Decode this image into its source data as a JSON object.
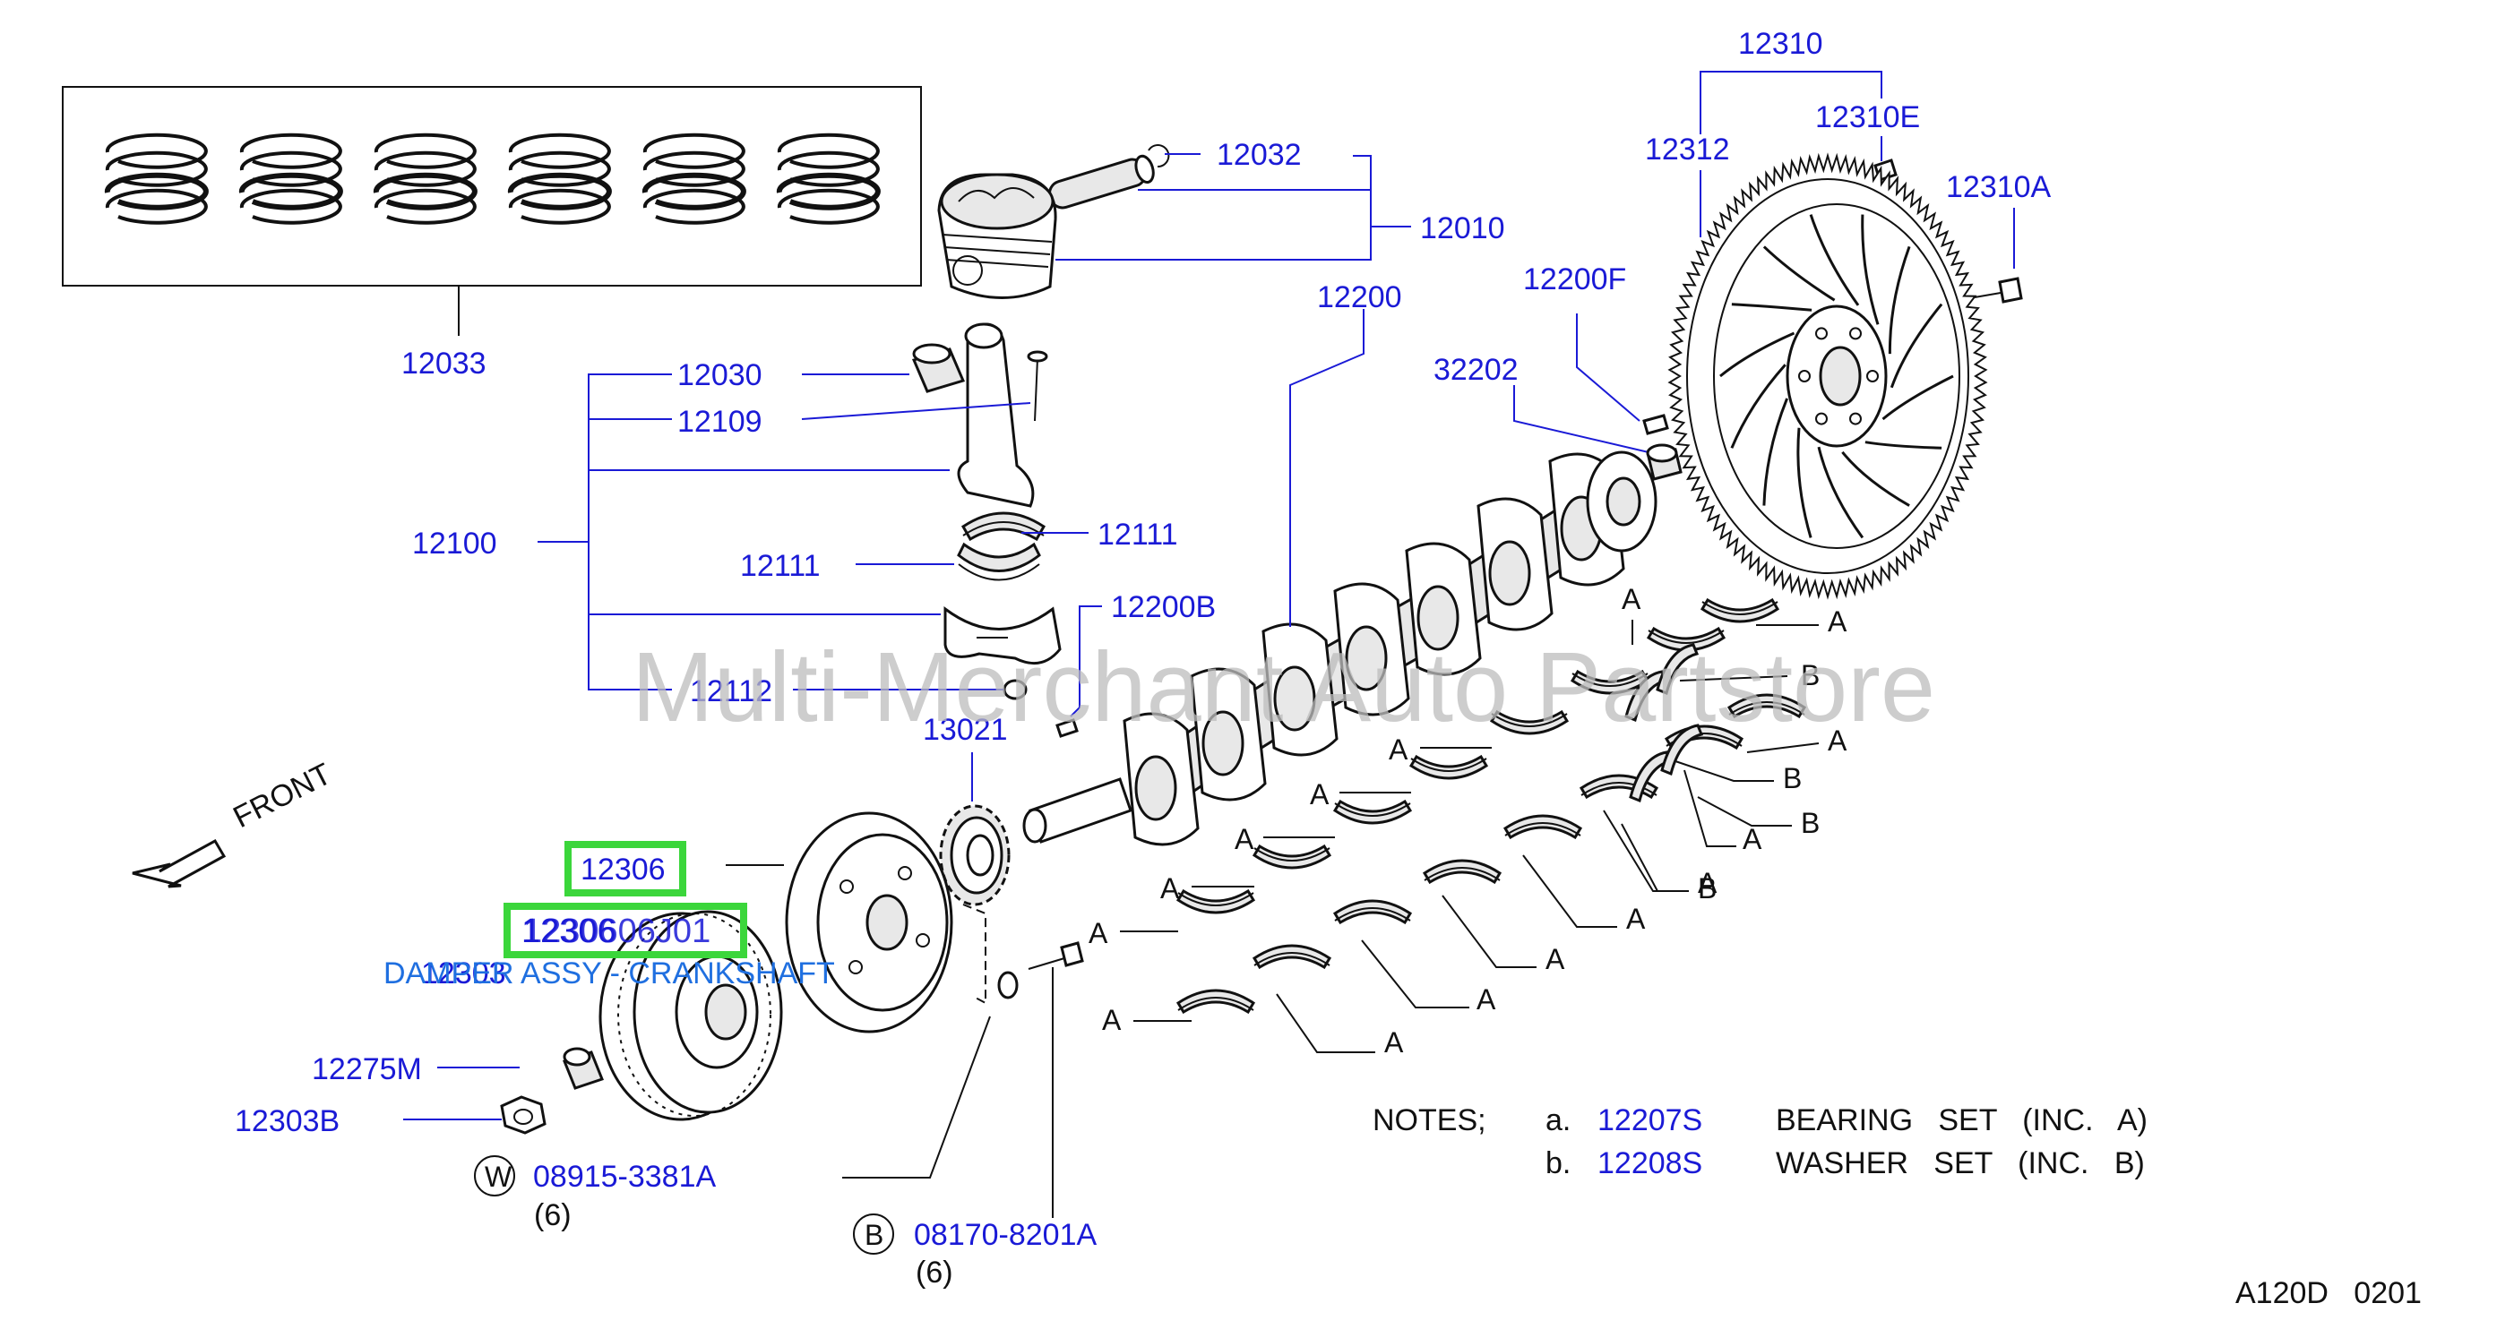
{
  "diagram": {
    "watermark": "Multi-Merchant Auto Partstore",
    "front_label": "FRONT",
    "drawing_code": "A120D   0201",
    "parts": {
      "p12033": "12033",
      "p12032": "12032",
      "p12010": "12010",
      "p12030": "12030",
      "p12109": "12109",
      "p12100": "12100",
      "p12111a": "12111",
      "p12111b": "12111",
      "p12112": "12112",
      "p12200b": "12200B",
      "p13021": "13021",
      "p12200": "12200",
      "p12200f": "12200F",
      "p32202": "32202",
      "p12310": "12310",
      "p12310e": "12310E",
      "p12312": "12312",
      "p12310a": "12310A",
      "p12306": "12306",
      "p12306_sub": "12306",
      "p12303": "12303",
      "p12275m": "12275M",
      "p12303b": "12303B",
      "p08915": "08915-3381A",
      "p08170": "08170-8201A"
    },
    "highlight_label": "1230606J01",
    "highlight_description": "DAMPER ASSY - CRANKSHAFT",
    "fastener_w": {
      "symbol": "W",
      "qty": "(6)"
    },
    "fastener_b": {
      "symbol": "B",
      "qty": "(6)"
    },
    "bearing_letters": {
      "a": "A",
      "b": "B"
    },
    "notes": {
      "heading": "NOTES;",
      "items": [
        {
          "key": "a.",
          "part": "12207S",
          "text": "BEARING   SET   (INC.   A)"
        },
        {
          "key": "b.",
          "part": "12208S",
          "text": "WASHER   SET   (INC.   B)"
        }
      ]
    }
  }
}
